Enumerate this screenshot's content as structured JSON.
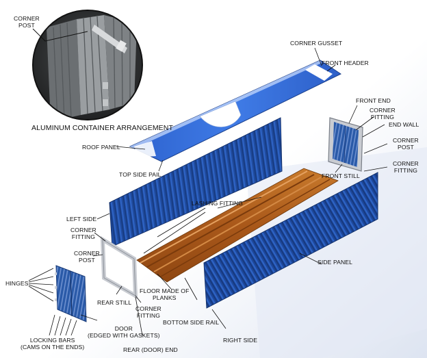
{
  "title": "ALUMINUM CONTAINER ARRANGEMENT",
  "inset_label": [
    "CORNER",
    "POST"
  ],
  "labels": {
    "corner_gusset": "CORNER GUSSET",
    "front_header": "FRONT  HEADER",
    "front_end": "FRONT END",
    "corner_fitting_front": [
      "CORNER",
      "FITTING"
    ],
    "end_wall": "END WALL",
    "corner_post_front": [
      "CORNER",
      "POST"
    ],
    "corner_fitting_front_low": [
      "CORNER",
      "FITTING"
    ],
    "front_still": "FRONT STILL",
    "roof_panel": "ROOF PANEL",
    "top_side_pail": "TOP SIDE PAIL",
    "lashing_fitting": "LASHING FITTING",
    "left_side": "LEFT SIDE",
    "corner_fitting_rear": [
      "CORNER",
      "FITTING"
    ],
    "corner_post_rear": [
      "CORNER",
      "POST"
    ],
    "side_panel": "SIDE PANEL",
    "hinges": "HINGES",
    "floor": [
      "FLOOR MADE OF",
      "PLANKS"
    ],
    "rear_still": "REAR STILL",
    "corner_fitting_bottom": [
      "CORNER",
      "FITTING"
    ],
    "bottom_side_rail": "BOTTOM SIDE RAIL",
    "door": [
      "DOOR",
      "(EDGED WITH GASKETS)"
    ],
    "locking_bars": [
      "LOCKING BARS",
      "(CAMS ON THE ENDS)"
    ],
    "right_side": "RIGHT SIDE",
    "rear_door_end": "REAR (DOOR) END"
  },
  "colors": {
    "panel_blue": "#1f4a9c",
    "roof_blue": "#3a6fd6",
    "wood": "#b5651d",
    "frame_grey": "#c9ccd2"
  }
}
